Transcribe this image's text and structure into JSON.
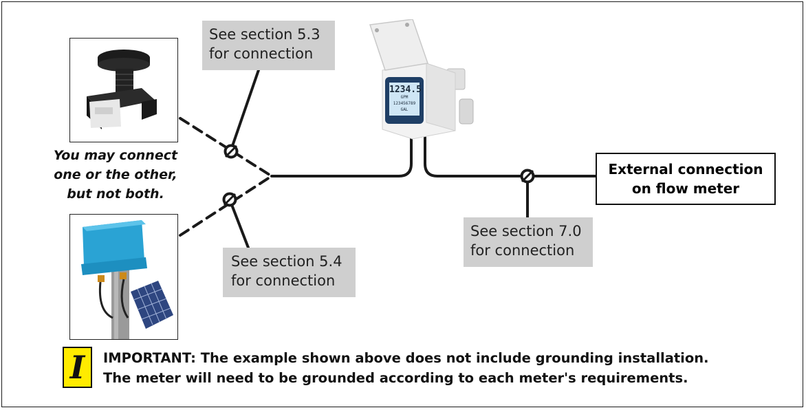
{
  "callouts": {
    "sec53": {
      "line1": "See section 5.3",
      "line2": "for connection"
    },
    "sec54": {
      "line1": "See section 5.4",
      "line2": "for connection"
    },
    "sec70": {
      "line1": "See section 7.0",
      "line2": "for connection"
    }
  },
  "note": {
    "line1": "You may connect",
    "line2": "one or the other,",
    "line3": "but not both."
  },
  "external_box": {
    "line1": "External connection",
    "line2": "on flow meter"
  },
  "meter_display": {
    "reading": "1234.5",
    "unit": "GPM",
    "total": "123456789",
    "total_unit": "GAL"
  },
  "badge": {
    "letter": "I",
    "color": "#ffeb00"
  },
  "important": {
    "line1": "IMPORTANT: The example shown above does not include grounding installation.",
    "line2": "The meter will need to be grounded according to each meter's requirements."
  },
  "colors": {
    "callout_bg": "#cfcfcf",
    "sensor_blue": "#2aa3d4",
    "line": "#1a1a1a"
  }
}
